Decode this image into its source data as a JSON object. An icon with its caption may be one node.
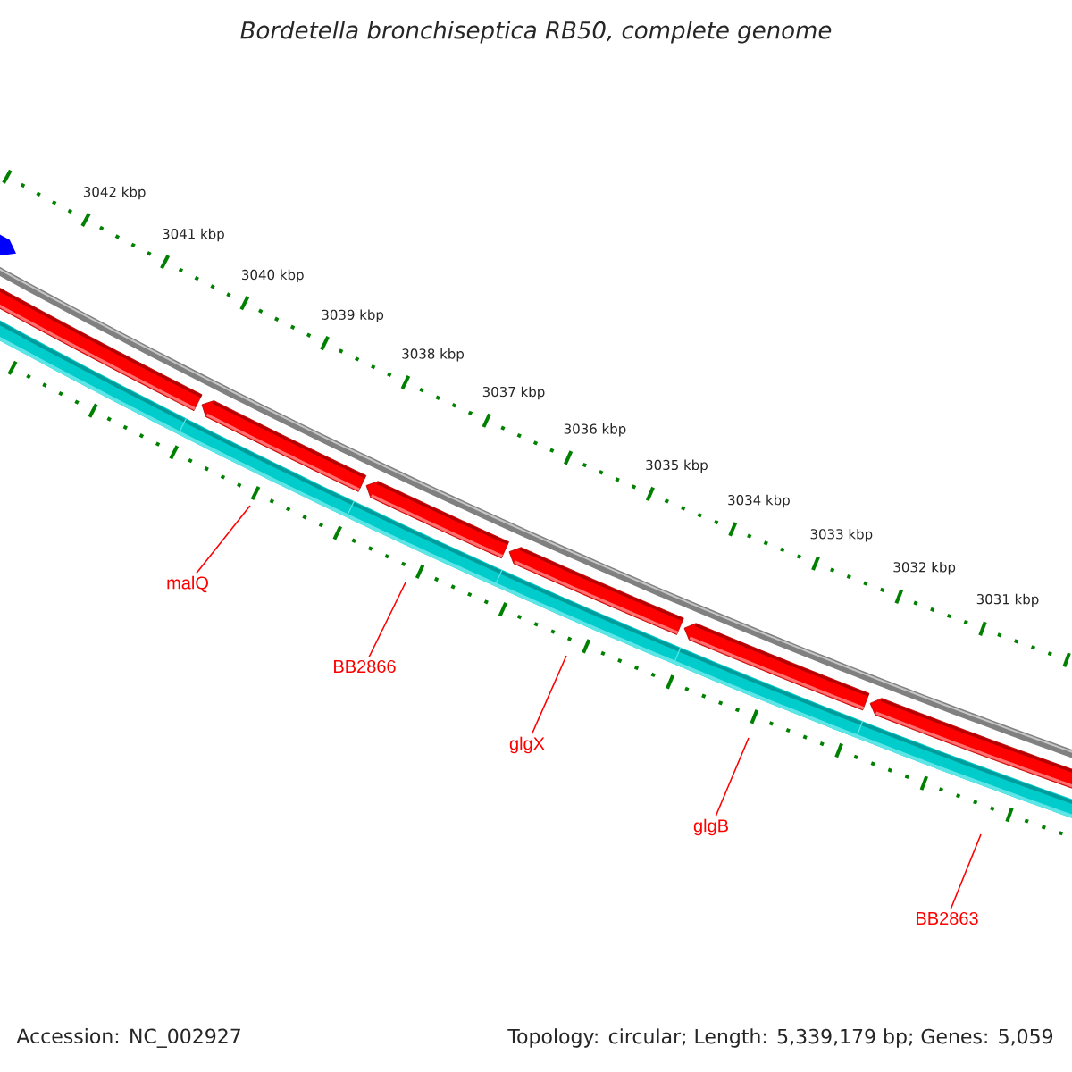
{
  "diagram": {
    "title": "Bordetella bronchiseptica RB50, complete genome",
    "nodes": [
      {
        "text": [
          "malQ"
        ]
      },
      {
        "text": [
          "BB2866"
        ]
      },
      {
        "text": [
          "glgX"
        ]
      },
      {
        "text": [
          "glgB"
        ]
      },
      {
        "text": [
          "BB2863"
        ]
      }
    ],
    "edges": [
      {
        "from": 0,
        "to": null,
        "arrow": "none"
      },
      {
        "from": 1,
        "to": null,
        "arrow": "none"
      },
      {
        "from": 2,
        "to": null,
        "arrow": "none"
      },
      {
        "from": 3,
        "to": null,
        "arrow": "none"
      },
      {
        "from": 4,
        "to": null,
        "arrow": "none"
      }
    ],
    "labels": [
      "3042 kbp",
      "3041 kbp",
      "3040 kbp",
      "3039 kbp",
      "3038 kbp",
      "3037 kbp",
      "3036 kbp",
      "3035 kbp",
      "3034 kbp",
      "3033 kbp",
      "3032 kbp",
      "3031 kbp",
      "Accession: NC_002927",
      "Topology: circular; Length: 5,339,179 bp; Genes: 5,059"
    ]
  }
}
